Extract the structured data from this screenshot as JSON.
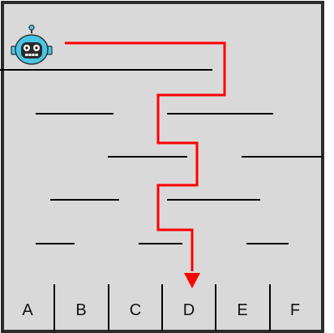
{
  "colors": {
    "background": "#d9d9d9",
    "border": "#2b2b2b",
    "wall": "#000000",
    "path": "#ff0000",
    "robot_face": "#47c7e6",
    "robot_eye": "#ffffff"
  },
  "icons": {
    "robot": "robot-icon",
    "arrow": "arrow-down-icon"
  },
  "bins": [
    {
      "label": "A"
    },
    {
      "label": "B"
    },
    {
      "label": "C"
    },
    {
      "label": "D"
    },
    {
      "label": "E"
    },
    {
      "label": "F"
    }
  ],
  "solution": {
    "end_bin": "D"
  }
}
